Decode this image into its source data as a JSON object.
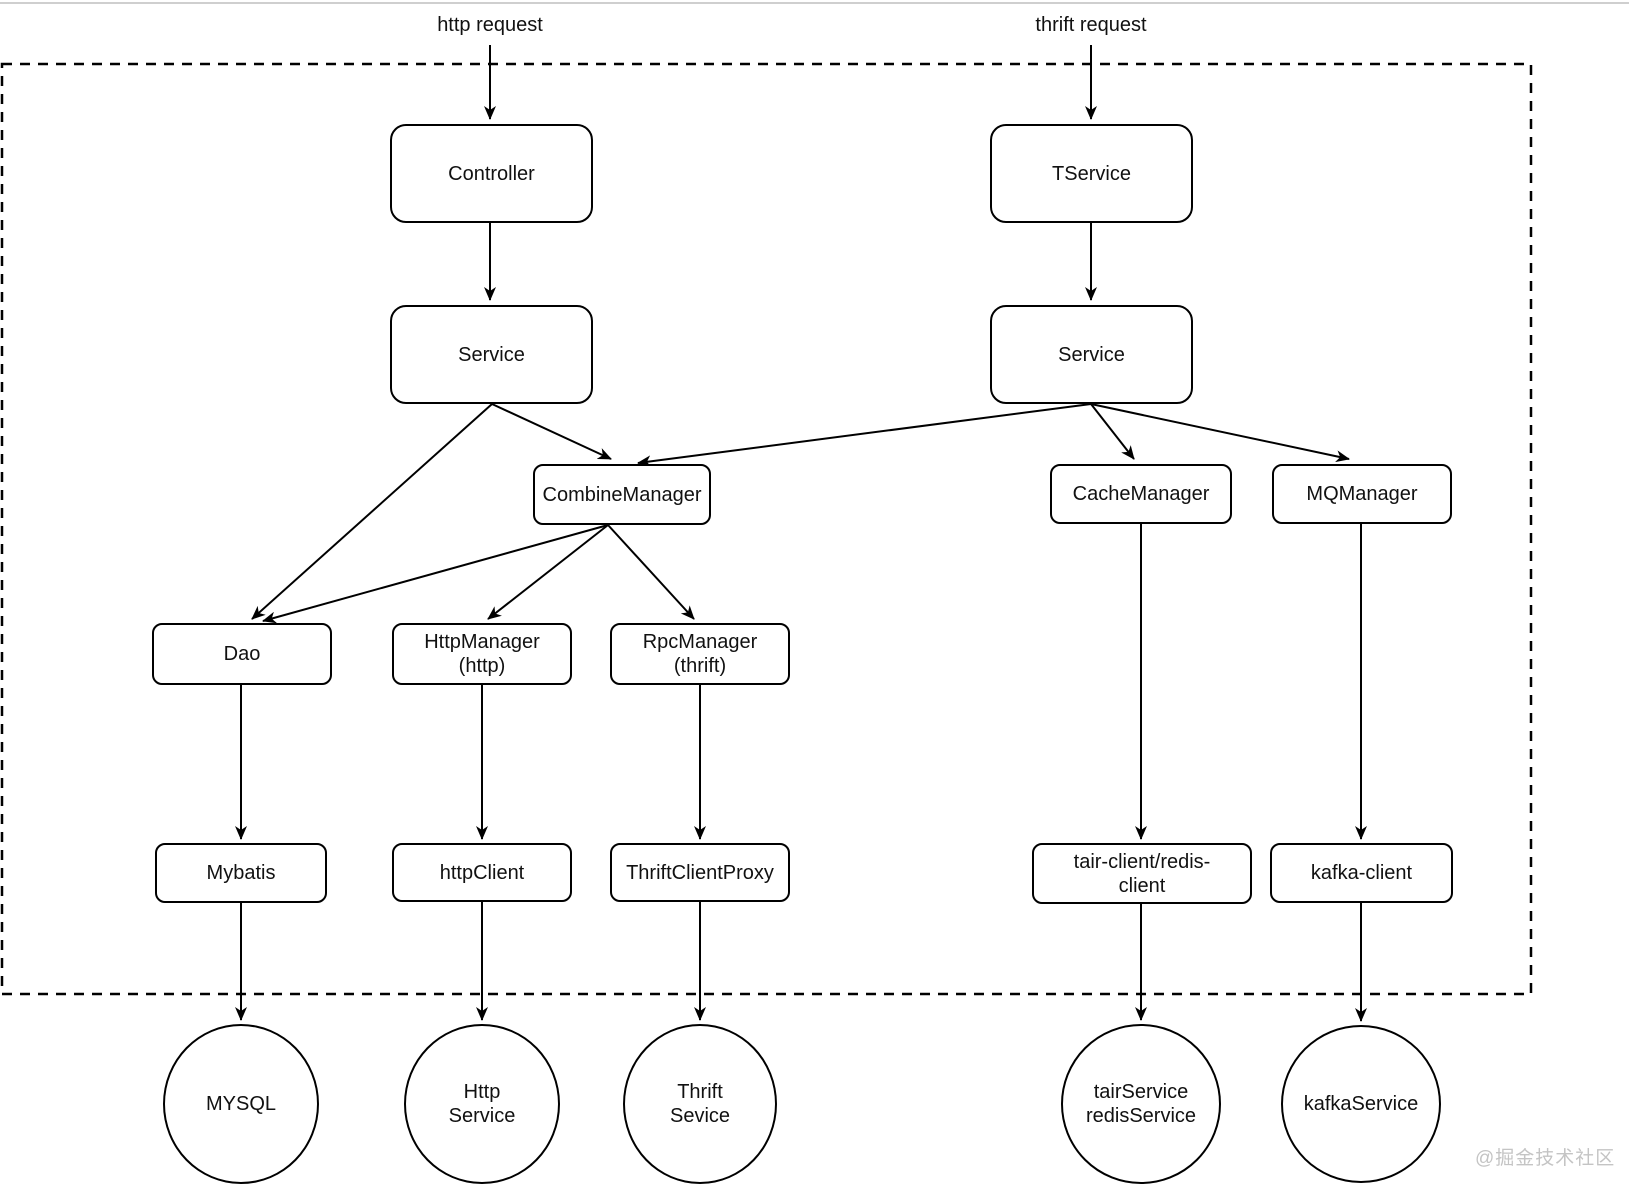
{
  "diagram": {
    "top_labels": {
      "http": "http request",
      "thrift": "thrift request"
    },
    "watermark": "@掘金技术社区",
    "colors": {
      "line": "#000000",
      "box_border": "#000000",
      "box_fill": "#ffffff",
      "dashed_boundary": "#000000",
      "watermark": "#c4c4c4",
      "top_rule": "#cfcfcf"
    }
  },
  "nodes": {
    "controller": {
      "label": "Controller"
    },
    "tservice": {
      "label": "TService"
    },
    "service_http": {
      "label": "Service"
    },
    "service_thrift": {
      "label": "Service"
    },
    "combine_manager": {
      "label": "CombineManager"
    },
    "cache_manager": {
      "label": "CacheManager"
    },
    "mq_manager": {
      "label": "MQManager"
    },
    "dao": {
      "label": "Dao"
    },
    "http_manager": {
      "label": "HttpManager",
      "sublabel": "(http)"
    },
    "rpc_manager": {
      "label": "RpcManager",
      "sublabel": "(thrift)"
    },
    "mybatis": {
      "label": "Mybatis"
    },
    "http_client": {
      "label": "httpClient"
    },
    "thrift_client_proxy": {
      "label": "ThriftClientProxy"
    },
    "tair_redis_client": {
      "label": "tair-client/redis-",
      "sublabel": "client"
    },
    "kafka_client": {
      "label": "kafka-client"
    },
    "mysql": {
      "label": "MYSQL"
    },
    "http_service": {
      "label": "Http",
      "sublabel": "Service"
    },
    "thrift_sevice": {
      "label": "Thrift",
      "sublabel": "Sevice"
    },
    "tair_service": {
      "label": "tairService",
      "sublabel": "redisService"
    },
    "kafka_service": {
      "label": "kafkaService"
    }
  },
  "edges": [
    {
      "from": "http_request_label",
      "to": "controller"
    },
    {
      "from": "thrift_request_label",
      "to": "tservice"
    },
    {
      "from": "controller",
      "to": "service_http"
    },
    {
      "from": "tservice",
      "to": "service_thrift"
    },
    {
      "from": "service_http",
      "to": "combine_manager"
    },
    {
      "from": "service_http",
      "to": "dao"
    },
    {
      "from": "service_thrift",
      "to": "combine_manager"
    },
    {
      "from": "service_thrift",
      "to": "cache_manager"
    },
    {
      "from": "service_thrift",
      "to": "mq_manager"
    },
    {
      "from": "combine_manager",
      "to": "dao"
    },
    {
      "from": "combine_manager",
      "to": "http_manager"
    },
    {
      "from": "combine_manager",
      "to": "rpc_manager"
    },
    {
      "from": "dao",
      "to": "mybatis"
    },
    {
      "from": "http_manager",
      "to": "http_client"
    },
    {
      "from": "rpc_manager",
      "to": "thrift_client_proxy"
    },
    {
      "from": "cache_manager",
      "to": "tair_redis_client"
    },
    {
      "from": "mq_manager",
      "to": "kafka_client"
    },
    {
      "from": "mybatis",
      "to": "mysql"
    },
    {
      "from": "http_client",
      "to": "http_service"
    },
    {
      "from": "thrift_client_proxy",
      "to": "thrift_sevice"
    },
    {
      "from": "tair_redis_client",
      "to": "tair_service"
    },
    {
      "from": "kafka_client",
      "to": "kafka_service"
    }
  ]
}
